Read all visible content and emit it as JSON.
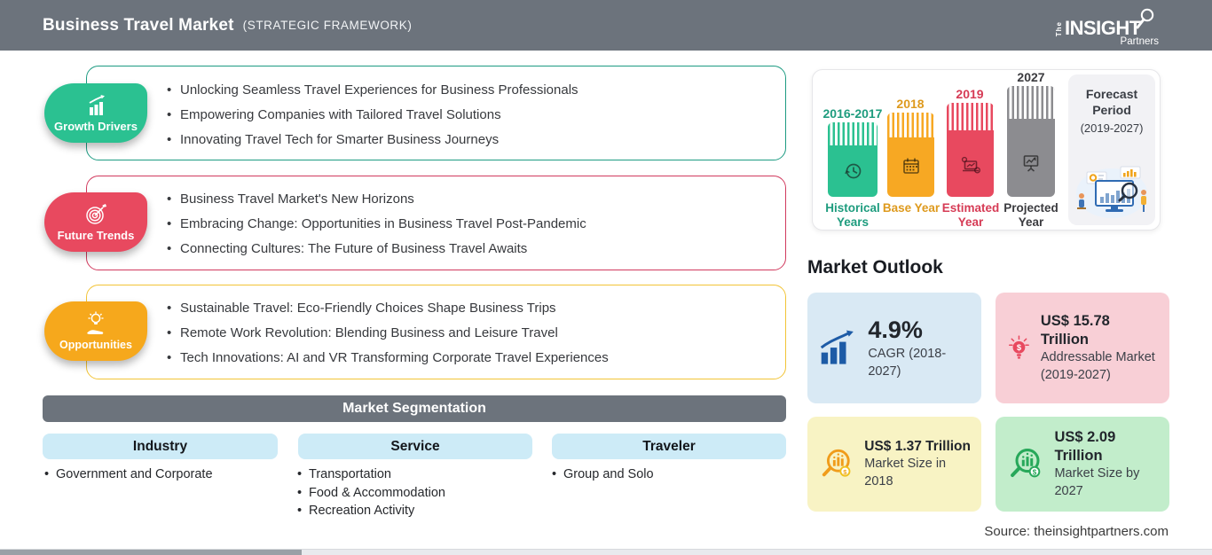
{
  "header": {
    "title": "Business Travel Market",
    "subtitle": "(STRATEGIC FRAMEWORK)",
    "logo": {
      "the": "The",
      "insight": "INSIGHT",
      "partners": "Partners"
    }
  },
  "boxes": {
    "drivers": {
      "label": "Growth Drivers",
      "bullets": [
        "Unlocking Seamless Travel Experiences for Business Professionals",
        "Empowering Companies with Tailored Travel Solutions",
        "Innovating Travel Tech for Smarter Business Journeys"
      ]
    },
    "trends": {
      "label": "Future Trends",
      "bullets": [
        "Business Travel Market's New Horizons",
        "Embracing Change: Opportunities in Business Travel Post-Pandemic",
        "Connecting Cultures: The Future of Business Travel Awaits"
      ]
    },
    "opportunities": {
      "label": "Opportunities",
      "bullets": [
        "Sustainable Travel: Eco-Friendly Choices Shape Business Trips",
        "Remote Work Revolution: Blending Business and Leisure Travel",
        "Tech Innovations: AI and VR Transforming Corporate Travel Experiences"
      ]
    }
  },
  "segmentation": {
    "title": "Market Segmentation",
    "columns": [
      {
        "header": "Industry",
        "items": [
          "Government and Corporate"
        ]
      },
      {
        "header": "Service",
        "items": [
          "Transportation",
          "Food & Accommodation",
          "Recreation Activity"
        ]
      },
      {
        "header": "Traveler",
        "items": [
          "Group and Solo"
        ]
      }
    ]
  },
  "timeline": {
    "bars": [
      {
        "year": "2016-2017",
        "caption": "Historical Years",
        "color": "#2BC191",
        "icon": "clock-history-icon"
      },
      {
        "year": "2018",
        "caption": "Base Year",
        "color": "#F7A823",
        "icon": "calendar-icon"
      },
      {
        "year": "2019",
        "caption": "Estimated Year",
        "color": "#E8495F",
        "icon": "estimate-laptop-icon"
      },
      {
        "year": "2027",
        "caption": "Projected Year",
        "color": "#8C8C90",
        "icon": "presentation-icon"
      }
    ],
    "forecast": {
      "line1": "Forecast",
      "line2": "Period",
      "line3": "(2019-2027)"
    }
  },
  "outlook": {
    "title": "Market Outlook",
    "cards": [
      {
        "value": "4.9%",
        "desc": "CAGR (2018-2027)",
        "bg": "#D9E9F4",
        "icon": "bar-growth-icon"
      },
      {
        "value": "US$ 15.78 Trillion",
        "desc": "Addressable Market (2019-2027)",
        "bg": "#F8CFD6",
        "icon": "bulb-dollar-icon"
      },
      {
        "value": "US$ 1.37 Trillion",
        "desc": "Market Size in 2018",
        "bg": "#F8F3C4",
        "icon": "magnifier-bars-icon"
      },
      {
        "value": "US$ 2.09 Trillion",
        "desc": "Market Size by 2027",
        "bg": "#C2EDCB",
        "icon": "magnifier-bars-icon"
      }
    ]
  },
  "source": "Source: theinsightpartners.com",
  "colors": {
    "header_bg": "#6C737C",
    "green": "#2BC191",
    "red": "#E8495F",
    "orange": "#F6A81C",
    "yellow_border": "#F2C437",
    "teal_border": "#1D9B82",
    "red_border": "#D13A5E",
    "seg_header_bg": "#CDEBF7",
    "navy_icon": "#1D5BA6"
  }
}
